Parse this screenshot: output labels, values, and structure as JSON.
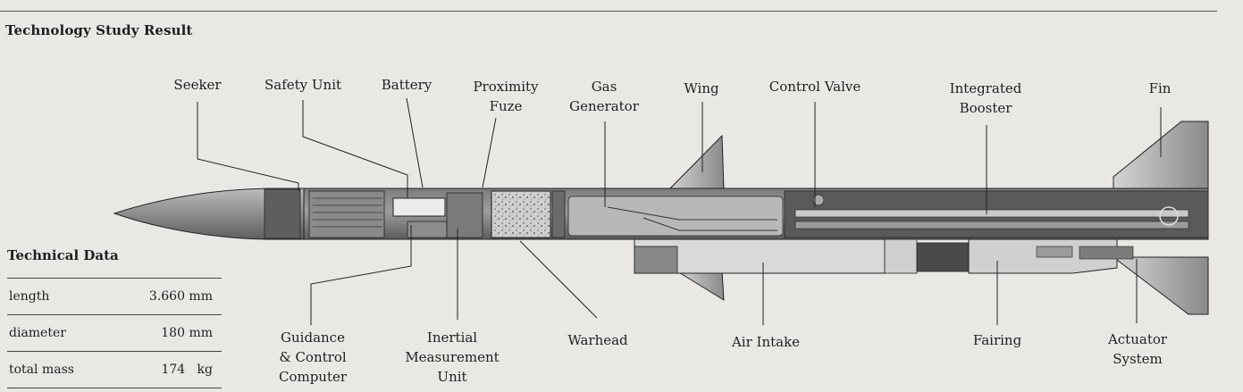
{
  "heading": "Technology Study Result",
  "labels": {
    "seeker": "Seeker",
    "safety_unit": "Safety Unit",
    "battery": "Battery",
    "proximity_fuze": "Proximity\nFuze",
    "gas_generator": "Gas\nGenerator",
    "wing": "Wing",
    "control_valve": "Control Valve",
    "integrated_booster": "Integrated\nBooster",
    "fin": "Fin",
    "guidance_computer": "Guidance\n& Control\nComputer",
    "inertial_unit": "Inertial\nMeasurement\nUnit",
    "warhead": "Warhead",
    "air_intake": "Air Intake",
    "fairing": "Fairing",
    "actuator_system": "Actuator\nSystem"
  },
  "technical_data": {
    "title": "Technical Data",
    "rows": [
      {
        "key": "length",
        "value": "3.660 mm"
      },
      {
        "key": "diameter",
        "value": "180 mm"
      },
      {
        "key": "total mass",
        "value": "174   kg"
      }
    ]
  },
  "colors": {
    "background": "#e9e8e5",
    "body_dark": "#6e6e6e",
    "body_mid": "#a6a6a6",
    "outline": "#222222"
  }
}
